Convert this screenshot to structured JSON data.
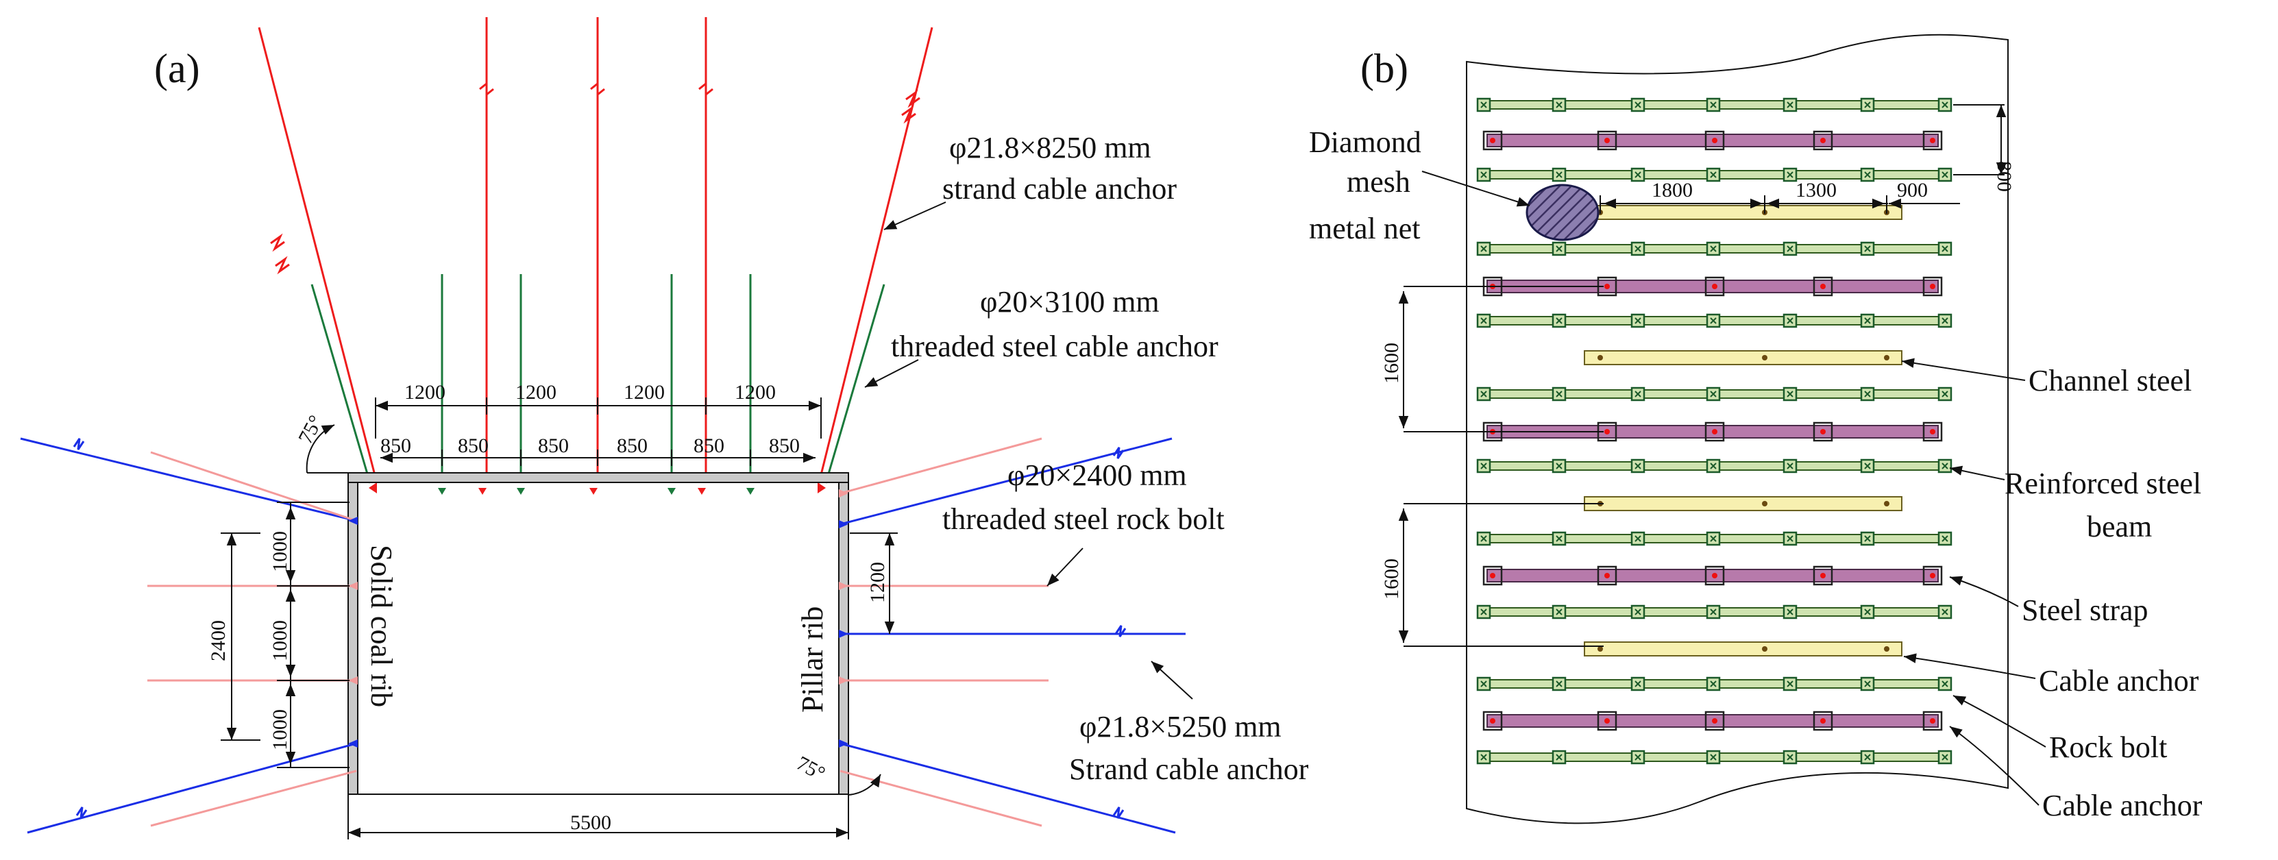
{
  "panel_a": {
    "label": "(a)",
    "callouts": {
      "strand_cable_top": {
        "line1": "φ21.8×8250 mm",
        "line2": "strand cable anchor"
      },
      "threaded_cable": {
        "line1": "φ20×3100 mm",
        "line2": "threaded steel cable anchor"
      },
      "rock_bolt": {
        "line1": "φ20×2400 mm",
        "line2": "threaded steel rock bolt"
      },
      "strand_cable_side": {
        "line1": "φ21.8×5250 mm",
        "line2": "Strand cable anchor"
      }
    },
    "rib_left": "Solid coal rib",
    "rib_right": "Pillar rib",
    "dims": {
      "top_1200": [
        "1200",
        "1200",
        "1200",
        "1200"
      ],
      "top_850": [
        "850",
        "850",
        "850",
        "850",
        "850",
        "850"
      ],
      "left_1000": [
        "1000",
        "1000",
        "1000"
      ],
      "left_2400": "2400",
      "right_1200": "1200",
      "bottom_5500": "5500",
      "angle_left": "75°",
      "angle_right": "75°"
    }
  },
  "panel_b": {
    "label": "(b)",
    "labels": {
      "diamond_mesh": [
        "Diamond",
        "mesh",
        "metal net"
      ],
      "channel_steel": "Channel steel",
      "reinforced_beam": [
        "Reinforced steel",
        "beam"
      ],
      "steel_strap": "Steel strap",
      "cable_anchor_1": "Cable anchor",
      "rock_bolt": "Rock bolt",
      "cable_anchor_2": "Cable anchor"
    },
    "dims": {
      "d800": "800",
      "d1800": "1800",
      "d1300": "1300",
      "d900": "900",
      "d1600_a": "1600",
      "d1600_b": "1600"
    }
  },
  "colors": {
    "red": "#ee1c1c",
    "green": "#1b7a3c",
    "blue": "#1a2ee6",
    "pink": "#f49a9a",
    "strap_fill": "#b77aab",
    "beam_fill": "#cfe3b0",
    "channel_fill": "#f7f0b0",
    "mesh_fill": "#6a5a8e"
  }
}
